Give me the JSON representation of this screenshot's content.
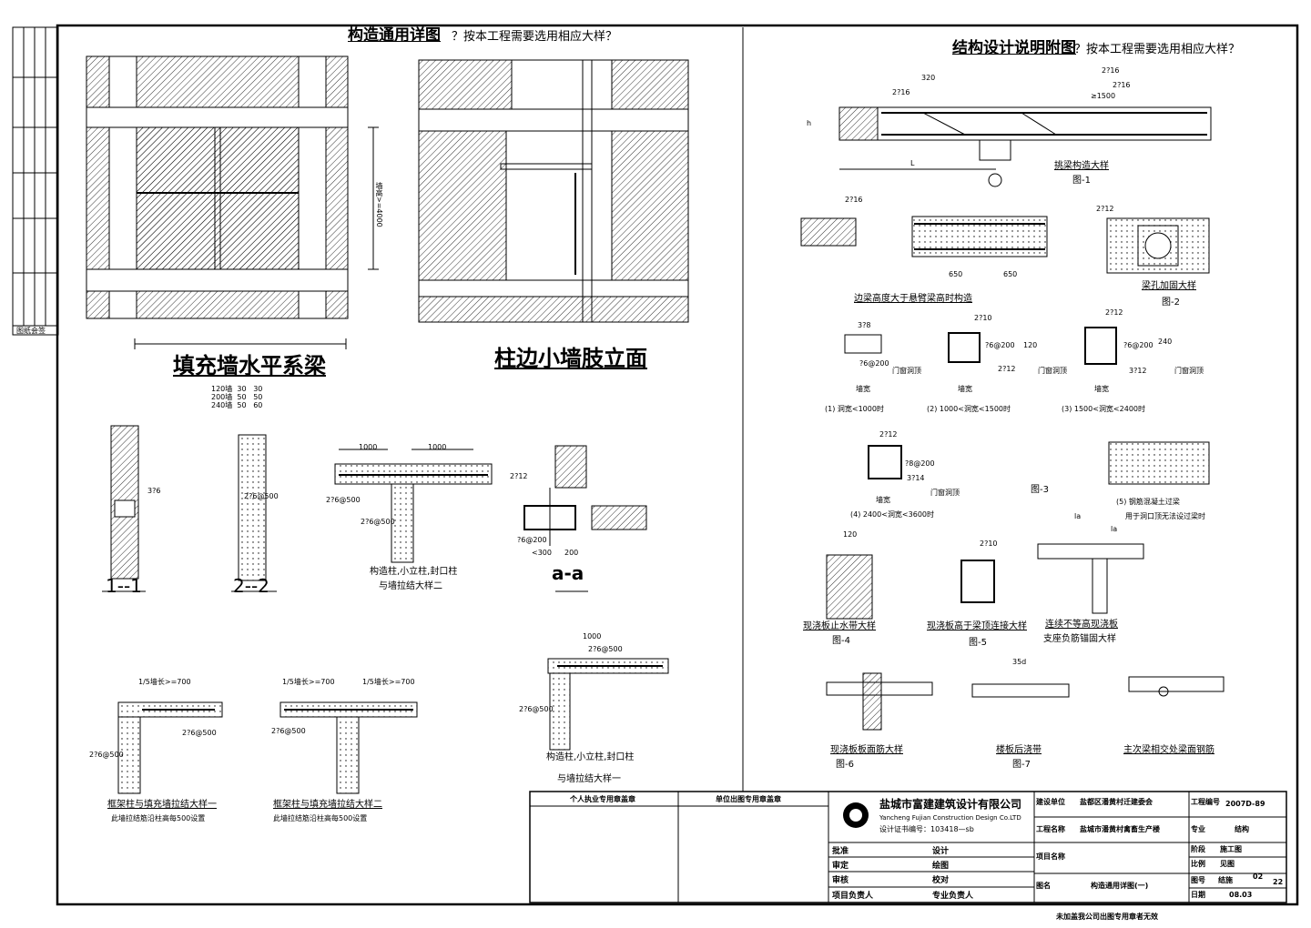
{
  "left_panel": {
    "title": "构造通用详图",
    "title_note": "？按本工程需要选用相应大样？",
    "fig_infill_beam": "填充墙水平系梁",
    "fig_column_wall": "柱边小墙肢立面",
    "wall_table": [
      [
        "120墙",
        "30",
        "30"
      ],
      [
        "200墙",
        "50",
        "50"
      ],
      [
        "240墙",
        "50",
        "60"
      ]
    ],
    "sec_1": "1--1",
    "sec_2": "2--2",
    "sec_a": "a-a",
    "detail_2_title": "构造柱,小立柱,封口柱",
    "detail_2_sub": "与墙拉结大样二",
    "detail_1_title": "构造柱,小立柱,封口柱",
    "detail_1_sub": "与墙拉结大样一",
    "frame_1": "框架柱与填充墙拉结大样一",
    "frame_2": "框架柱与填充墙拉结大样二",
    "frame_note": "此墙拉结筋沿柱高每500设置",
    "dims": {
      "d1000": "1000",
      "d2t6": "2?6@500",
      "d376": "3?6",
      "d200": "200",
      "d1500": "1/5墙长>=700",
      "ds12": "2?12",
      "d6200": "?6@200",
      "dc300": "<300",
      "bh400": "墙高>=4000"
    }
  },
  "right_panel": {
    "title": "结构设计说明附图",
    "title_note": "？按本工程需要选用相应大样？",
    "fig1": "挑梁构造大样",
    "fig1_no": "图-1",
    "fig_edge": "边梁高度大于悬臂梁高时构造",
    "fig2": "梁孔加固大样",
    "fig2_no": "图-2",
    "lintel": [
      "(1) 洞宽<1000时",
      "(2) 1000<洞宽<1500时",
      "(3) 1500<洞宽<2400时",
      "(4) 2400<洞宽<3600时"
    ],
    "lintel_5": "(5) 钢筋混凝土过梁",
    "lintel_5_sub": "用于洞口顶无法设过梁时",
    "wall_width": "墙宽",
    "opening": "门窗洞顶",
    "fig3_no": "图-3",
    "fig4": "现浇板止水带大样",
    "fig4_no": "图-4",
    "fig5": "现浇板高于梁顶连接大样",
    "fig5_no": "图-5",
    "fig_cont": "连续不等高现浇板",
    "fig_cont_sub": "支座负筋锚固大样",
    "fig6": "现浇板板面筋大样",
    "fig6_no": "图-6",
    "fig7": "楼板后浇带",
    "fig7_no": "图-7",
    "fig_main": "主次梁相交处梁面钢筋",
    "dims": {
      "d2t16": "2?16",
      "d320": "320",
      "d1500": "≥1500",
      "d3t8": "3?8",
      "d2t10": "2?10",
      "d2t12": "2?12",
      "d3t12": "3?12",
      "d3t14": "3?14",
      "d6200": "?6@200",
      "d8200": "?8@200",
      "d650": "650",
      "d35d": "35d",
      "d120": "120",
      "d240": "240",
      "dL": "L",
      "dla": "la",
      "dh": "h"
    }
  },
  "title_block": {
    "personal_seal": "个人执业专用章盖章",
    "unit_seal": "单位出图专用章盖章",
    "company_cn": "盐城市富建建筑设计有限公司",
    "company_en": "Yancheng Fujian Construction Design Co.LTD",
    "cert": "设计证书编号：103418—sb",
    "roles": [
      [
        "批准",
        "",
        "设计",
        ""
      ],
      [
        "审定",
        "",
        "绘图",
        ""
      ],
      [
        "审核",
        "",
        "校对",
        ""
      ],
      [
        "项目负责人",
        "",
        "专业负责人",
        ""
      ]
    ],
    "client_label": "建设单位",
    "client": "盐都区潘黄村迁建委会",
    "project_label": "工程名称",
    "project": "盐城市潘黄村禽畜生产楼",
    "item_label": "项目名称",
    "item": "",
    "drawing_label": "图名",
    "drawing_name": "构造通用详图(一)",
    "job_label": "工程编号",
    "job_no": "2007D-89",
    "discipline_label": "专业",
    "discipline": "结构",
    "stage_label": "阶段",
    "stage": "施工图",
    "ratio_label": "比例",
    "ratio": "见图",
    "sheet_label": "图号",
    "sheet_no": "结施",
    "sheet_num": "02",
    "sheet_total": "22",
    "date_label": "日期",
    "date": "08.03",
    "footer_note": "未加盖我公司出图专用章者无效"
  },
  "left_strip": {
    "label": "图纸会签"
  }
}
